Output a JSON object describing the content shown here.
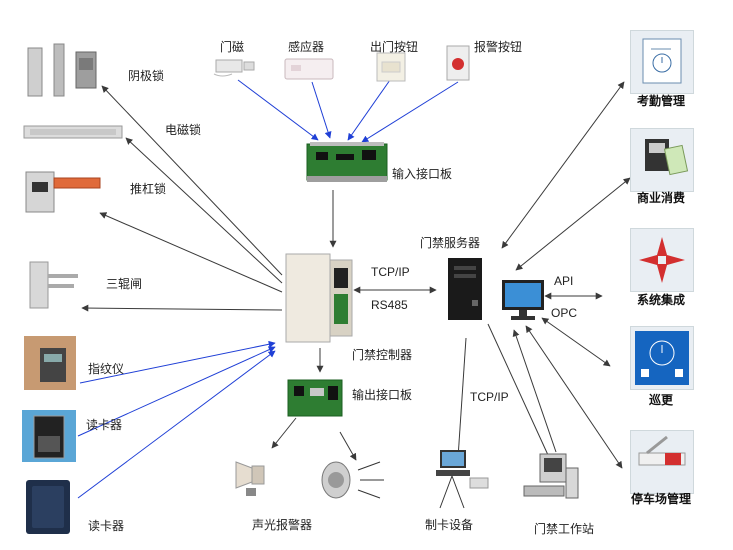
{
  "colors": {
    "arrow_dark": "#3a3a3a",
    "arrow_blue": "#1f3fd6",
    "board_green": "#2e7d32",
    "tile_red": "#d32f2f",
    "tile_blue": "#1565c0"
  },
  "inputs": {
    "door_sensor": "门磁",
    "sensor": "感应器",
    "exit_button": "出门按钮",
    "alarm_button": "报警按钮"
  },
  "input_board": "输入接口板",
  "locks": {
    "cathode_lock": "阴极锁",
    "magnetic_lock": "电磁锁",
    "push_bar_lock": "推杠锁",
    "tripod_turnstile": "三辊闸"
  },
  "readers": {
    "fingerprint": "指纹仪",
    "card_reader_1": "读卡器",
    "card_reader_2": "读卡器"
  },
  "controller": "门禁控制器",
  "output_board": "输出接口板",
  "alarm": "声光报警器",
  "server": "门禁服务器",
  "link_protocols": {
    "tcpip_top": "TCP/IP",
    "rs485": "RS485",
    "tcpip_bottom": "TCP/IP",
    "api": "API",
    "opc": "OPC"
  },
  "card_device": "制卡设备",
  "workstation": "门禁工作站",
  "systems": {
    "attendance": "考勤管理",
    "consumption": "商业消费",
    "integration": "系统集成",
    "patrol": "巡更",
    "parking": "停车场管理"
  }
}
